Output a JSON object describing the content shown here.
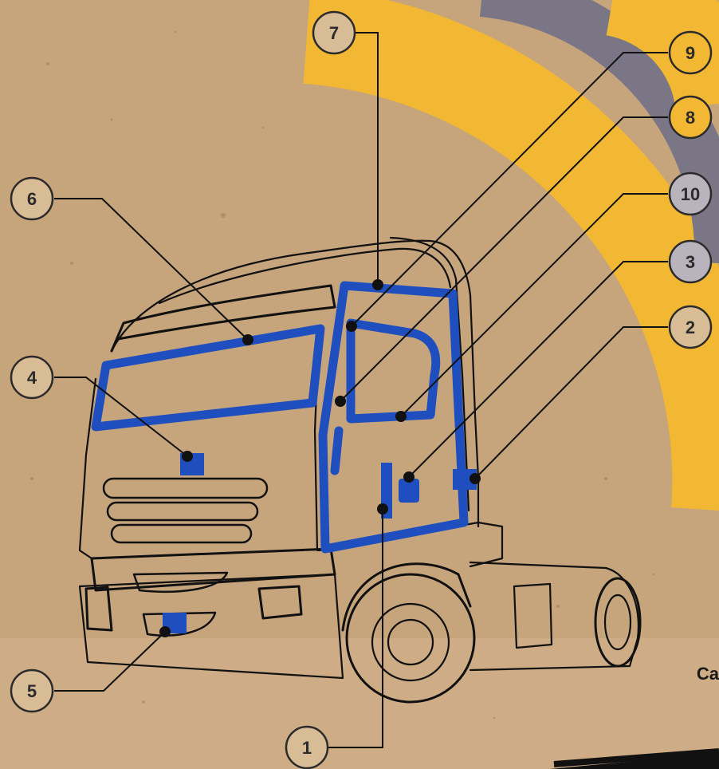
{
  "colors": {
    "cardboard": "#c6a47c",
    "cardboard_dark": "#b8946b",
    "arc_yellow": "#f2b733",
    "arc_slate": "#7a7685",
    "seal_blue": "#1f4fbf",
    "outline": "#111111"
  },
  "callouts": [
    {
      "id": "1",
      "label": "1"
    },
    {
      "id": "2",
      "label": "2"
    },
    {
      "id": "3",
      "label": "3"
    },
    {
      "id": "4",
      "label": "4"
    },
    {
      "id": "5",
      "label": "5"
    },
    {
      "id": "6",
      "label": "6"
    },
    {
      "id": "7",
      "label": "7"
    },
    {
      "id": "8",
      "label": "8"
    },
    {
      "id": "9",
      "label": "9"
    },
    {
      "id": "10",
      "label": "10"
    }
  ],
  "corner_text": "Ca"
}
